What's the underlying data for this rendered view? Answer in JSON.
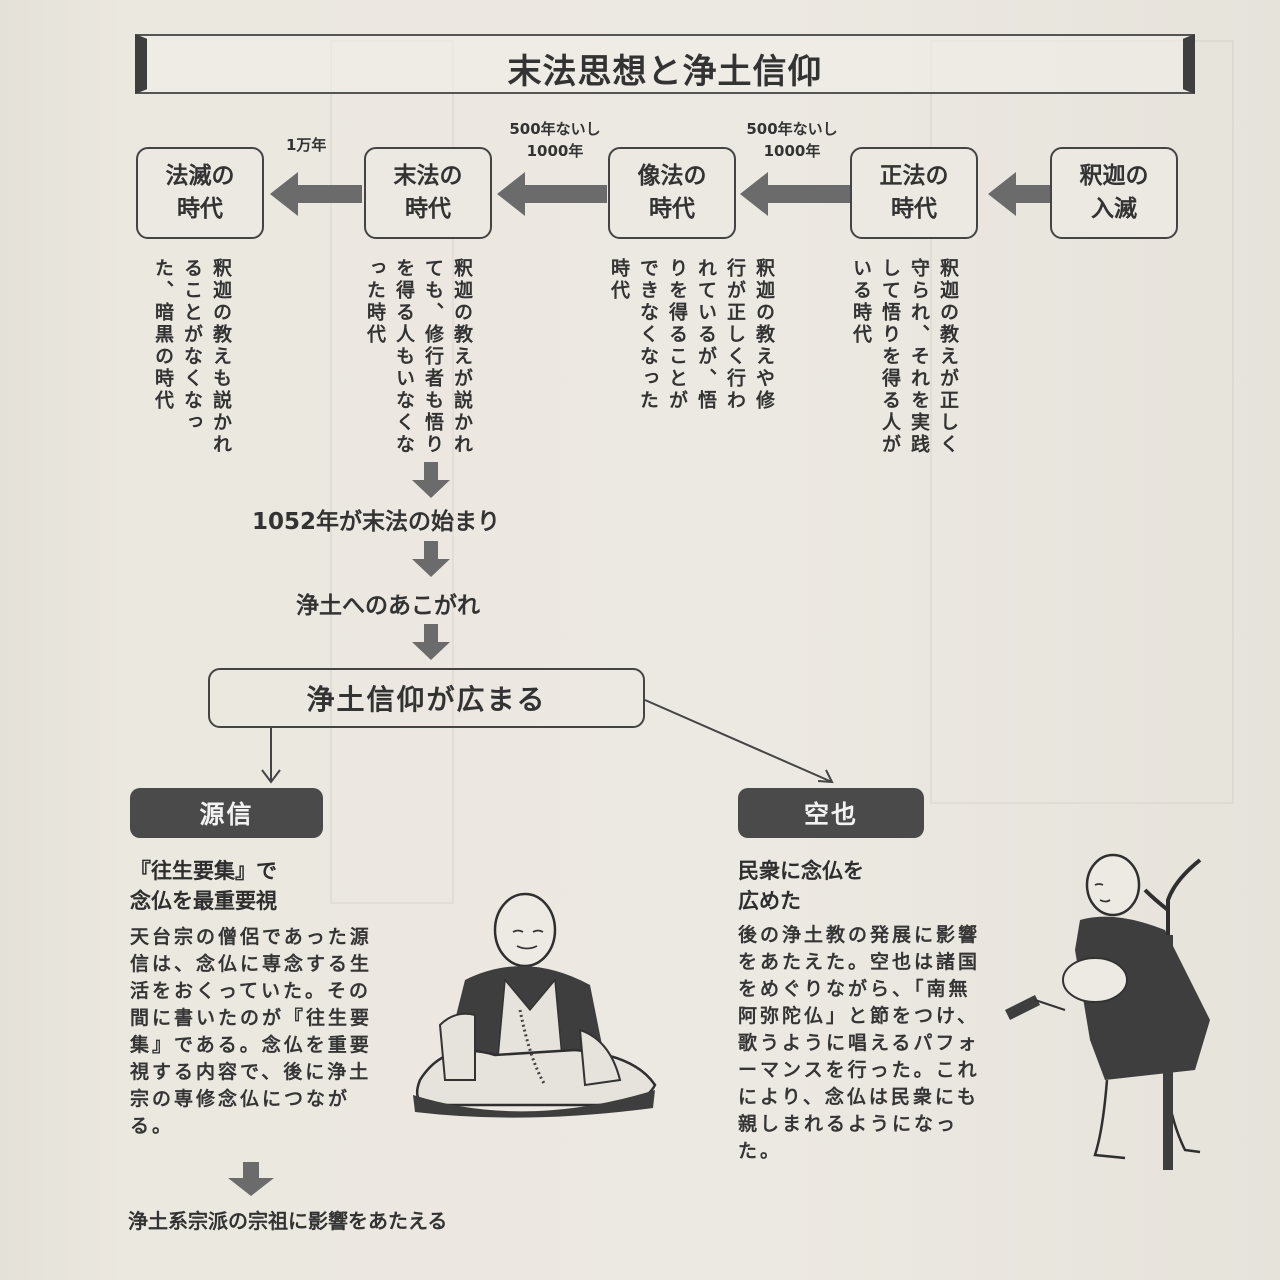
{
  "title": "末法思想と浄土信仰",
  "eras": [
    {
      "id": "hometsu",
      "line1": "法滅の",
      "line2": "時代"
    },
    {
      "id": "mappo",
      "line1": "末法の",
      "line2": "時代"
    },
    {
      "id": "zoho",
      "line1": "像法の",
      "line2": "時代"
    },
    {
      "id": "shobo",
      "line1": "正法の",
      "line2": "時代"
    },
    {
      "id": "nyumetsu",
      "line1": "釈迦の",
      "line2": "入滅"
    }
  ],
  "durations": {
    "mappo_to_hometsu": "1万年",
    "zoho_to_mappo": {
      "line1": "500年ないし",
      "line2": "1000年"
    },
    "shobo_to_zoho": {
      "line1": "500年ないし",
      "line2": "1000年"
    }
  },
  "descriptions": {
    "hometsu": "釈迦の教えも説かれることがなくなった、暗黒の時代",
    "mappo": "釈迦の教えが説かれても、修行者も悟りを得る人もいなくなった時代",
    "zoho": "釈迦の教えや修行が正しく行われているが、悟りを得ることができなくなった時代",
    "shobo": "釈迦の教えが正しく守られ、それを実践して悟りを得る人がいる時代"
  },
  "flow": {
    "step1": "1052年が末法の始まり",
    "step2": "浄土へのあこがれ",
    "step3": "浄土信仰が広まる"
  },
  "genshin": {
    "name": "源信",
    "heading_line1": "『往生要集』で",
    "heading_line2": "念仏を最重要視",
    "body": "天台宗の僧侶であった源信は、念仏に専念する生活をおくっていた。その間に書いたのが『往生要集』である。念仏を重要視する内容で、後に浄土宗の専修念仏につながる。",
    "illustration": "seated-monk-genshin"
  },
  "kuya": {
    "name": "空也",
    "heading_line1": "民衆に念仏を",
    "heading_line2": "広めた",
    "body": "後の浄土教の発展に影響をあたえた。空也は諸国をめぐりながら、「南無阿弥陀仏」と節をつけ、歌うように唱えるパフォーマンスを行った。これにより、念仏は民衆にも親しまれるようになった。",
    "illustration": "walking-monk-kuya-with-staff"
  },
  "conclusion": "浄土系宗派の宗祖に影響をあたえる",
  "colors": {
    "paper": "#ebe8e0",
    "ink": "#333333",
    "arrow": "#6b6b6b",
    "tag_bg": "#4a4a4a",
    "tag_text": "#f2f2f2"
  }
}
